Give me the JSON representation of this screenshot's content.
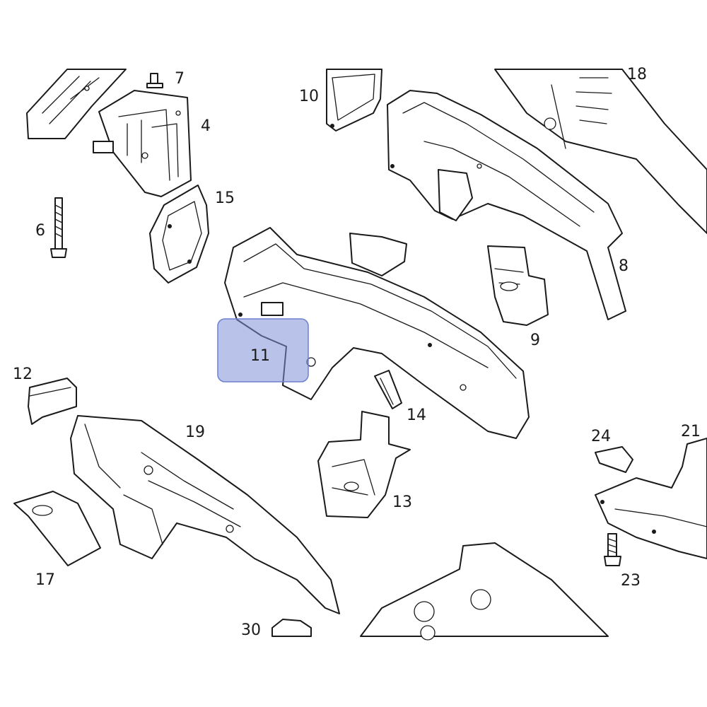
{
  "diagram": {
    "callouts": [
      "7",
      "10",
      "18",
      "4",
      "15",
      "6",
      "8",
      "9",
      "11",
      "12",
      "14",
      "19",
      "24",
      "21",
      "13",
      "17",
      "23",
      "30"
    ],
    "highlighted_callout": "11",
    "highlight_color": "#7f8fd6",
    "line_color": "#1a1a1a",
    "background": "#ffffff"
  }
}
